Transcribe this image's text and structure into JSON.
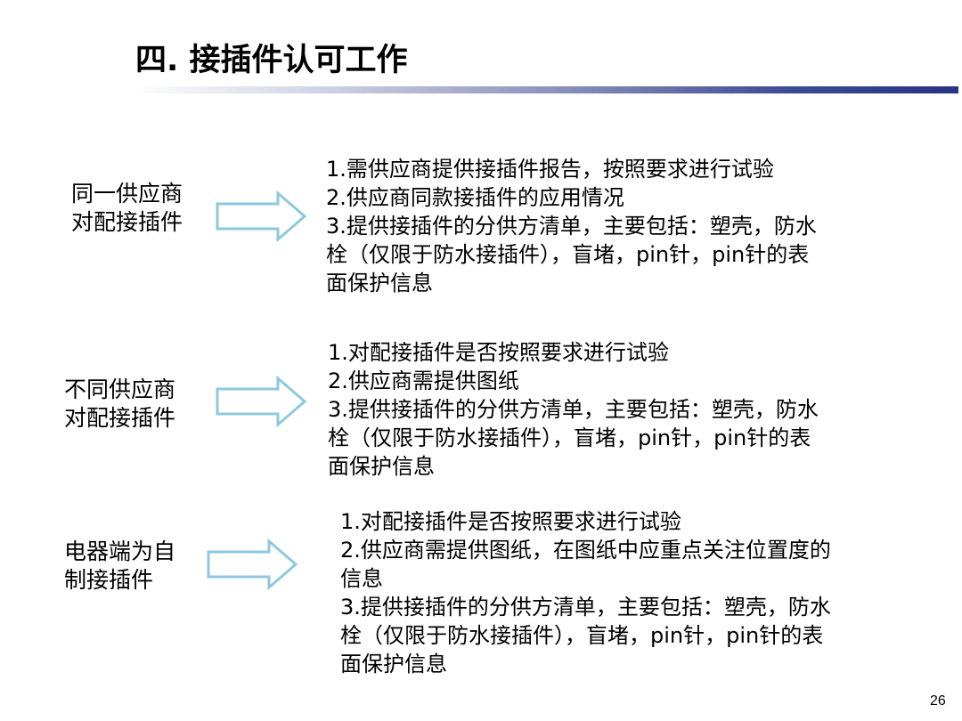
{
  "title": "四. 接插件认可工作",
  "page_number": "26",
  "sections": [
    {
      "label_lines": [
        "同一供应商",
        "对配接插件"
      ],
      "desc_lines": [
        "1.需供应商提供接插件报告，按照要求进行试验",
        "2.供应商同款接插件的应用情况",
        "3.提供接插件的分供方清单，主要包括：塑壳，防水",
        "栓（仅限于防水接插件），盲堵，pin针，pin针的表",
        "面保护信息"
      ]
    },
    {
      "label_lines": [
        "不同供应商",
        "对配接插件"
      ],
      "desc_lines": [
        "1.对配接插件是否按照要求进行试验",
        "2.供应商需提供图纸",
        "3.提供接插件的分供方清单，主要包括：塑壳，防水",
        "栓（仅限于防水接插件），盲堵，pin针，pin针的表",
        "面保护信息"
      ]
    },
    {
      "label_lines": [
        "电器端为自",
        "制接插件"
      ],
      "desc_lines": [
        "1.对配接插件是否按照要求进行试验",
        "2.供应商需提供图纸，在图纸中应重点关注位置度的",
        "信息",
        "3.提供接插件的分供方清单，主要包括：塑壳，防水",
        "栓（仅限于防水接插件），盲堵，pin针，pin针的表",
        "面保护信息"
      ]
    }
  ],
  "colors": {
    "arrow_stroke": "#8ec8dc",
    "title_bar_dark": "#283484"
  }
}
